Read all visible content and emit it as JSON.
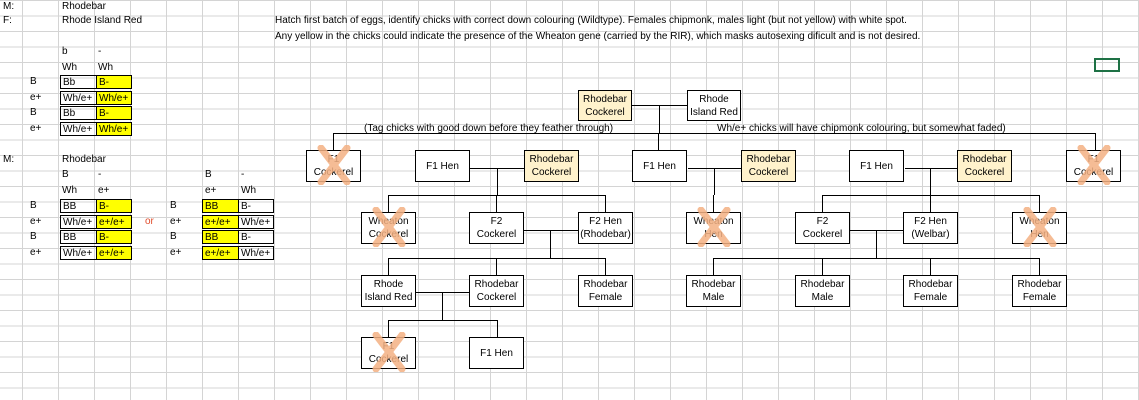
{
  "parents": {
    "m_label": "M:",
    "m_value": "Rhodebar",
    "f_label": "F:",
    "f_value": "Rhode Island Red"
  },
  "notes": {
    "line1": "Hatch first batch of eggs, identify chicks with correct down colouring (Wildtype). Females chipmonk, males light (but not yellow) with white spot.",
    "line2": "Any yellow in the chicks could indicate the presence of the Wheaton gene (carried by the RIR), which masks autosexing dificult and is not desired.",
    "tag": "(Tag chicks with good down before they feather through)",
    "whe": "Wh/e+ chicks will have chipmonk colouring, but somewhat faded)"
  },
  "punnett1": {
    "col_headers": [
      "b",
      "-",
      "Wh",
      "Wh"
    ],
    "rows": [
      {
        "label": "B",
        "cells": [
          "Bb",
          "B-"
        ]
      },
      {
        "label": "e+",
        "cells": [
          "Wh/e+",
          "Wh/e+"
        ]
      },
      {
        "label": "B",
        "cells": [
          "Bb",
          "B-"
        ]
      },
      {
        "label": "e+",
        "cells": [
          "Wh/e+",
          "Wh/e+"
        ]
      }
    ]
  },
  "punnett2": {
    "m_label": "M:",
    "m_value": "Rhodebar",
    "left": {
      "col_headers": [
        "B",
        "-",
        "Wh",
        "e+"
      ],
      "rows": [
        {
          "label": "B",
          "cells": [
            "BB",
            "B-"
          ]
        },
        {
          "label": "e+",
          "cells": [
            "Wh/e+",
            "e+/e+"
          ]
        },
        {
          "label": "B",
          "cells": [
            "BB",
            "B-"
          ]
        },
        {
          "label": "e+",
          "cells": [
            "Wh/e+",
            "e+/e+"
          ]
        }
      ]
    },
    "or": "or",
    "right": {
      "col_headers": [
        "B",
        "-",
        "e+",
        "Wh"
      ],
      "rows": [
        {
          "label": "B",
          "cells": [
            "BB",
            "B-"
          ]
        },
        {
          "label": "e+",
          "cells": [
            "e+/e+",
            "Wh/e+"
          ]
        },
        {
          "label": "B",
          "cells": [
            "BB",
            "B-"
          ]
        },
        {
          "label": "e+",
          "cells": [
            "e+/e+",
            "Wh/e+"
          ]
        }
      ]
    }
  },
  "tree": {
    "parent_rhodebar": [
      "Rhodebar",
      "Cockerel"
    ],
    "parent_rir": [
      "Rhode",
      "Island Red"
    ],
    "f1_cockerel_a": [
      "F1",
      "Cockerel"
    ],
    "f1_hen_a": "F1 Hen",
    "rhodebar_cockerel_a": [
      "Rhodebar",
      "Cockerel"
    ],
    "f1_hen_b": "F1 Hen",
    "rhodebar_cockerel_b": [
      "Rhodebar",
      "Cockerel"
    ],
    "f1_hen_c": "F1 Hen",
    "rhodebar_cockerel_c": [
      "Rhodebar",
      "Cockerel"
    ],
    "f1_cockerel_b": [
      "F1",
      "Cockerel"
    ],
    "wheaton_cockerel": [
      "Wheaton",
      "Cockerel"
    ],
    "f2_cockerel_a": [
      "F2",
      "Cockerel"
    ],
    "f2_hen_rhodebar": [
      "F2 Hen",
      "(Rhodebar)"
    ],
    "wheaton_hen_a": [
      "Wheaton",
      "Hen"
    ],
    "f2_cockerel_b": [
      "F2",
      "Cockerel"
    ],
    "f2_hen_welbar": [
      "F2 Hen",
      "(Welbar)"
    ],
    "wheaton_hen_b": [
      "Wheaton",
      "Hen"
    ],
    "rir_2": [
      "Rhode",
      "Island Red"
    ],
    "rhodebar_cockerel_d": [
      "Rhodebar",
      "Cockerel"
    ],
    "rhodebar_female_a": [
      "Rhodebar",
      "Female"
    ],
    "rhodebar_male_a": [
      "Rhodebar",
      "Male"
    ],
    "rhodebar_male_b": [
      "Rhodebar",
      "Male"
    ],
    "rhodebar_female_b": [
      "Rhodebar",
      "Female"
    ],
    "rhodebar_female_c": [
      "Rhodebar",
      "Female"
    ],
    "f1_cockerel_c": [
      "F1",
      "Cockerel"
    ],
    "f1_hen_d": "F1 Hen"
  },
  "colors": {
    "yellow": "#ffff00",
    "tan": "#fff2cc",
    "cross": "#f4b183",
    "or": "#e04b2a"
  }
}
